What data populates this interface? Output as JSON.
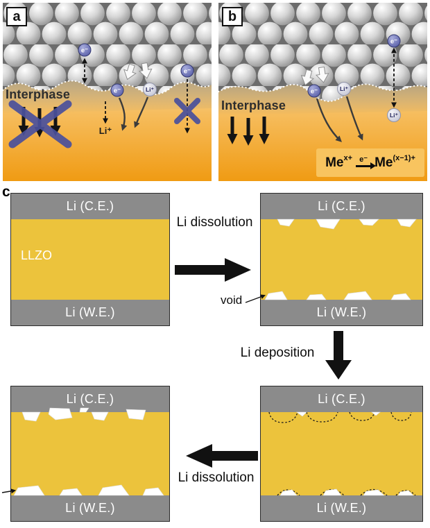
{
  "panel_a": {
    "label": "a",
    "interphase": "Interphase"
  },
  "panel_b": {
    "label": "b",
    "interphase": "Interphase",
    "formula": {
      "species1": "Me",
      "sup1": "x+",
      "electron": "e⁻",
      "species2": "Me",
      "sup2": "(x−1)+"
    }
  },
  "ions": {
    "electron": "e⁻",
    "lithium": "Li⁺"
  },
  "panel_c": {
    "label": "c",
    "counter_electrode": "Li (C.E.)",
    "working_electrode": "Li (W.E.)",
    "electrolyte": "LLZO",
    "step_dissolution_1": "Li dissolution",
    "step_deposition": "Li deposition",
    "step_dissolution_2": "Li dissolution",
    "void_label": "void"
  },
  "colors": {
    "electrode_gray": "#8b8b8b",
    "llzo_yellow": "#ecc33c",
    "electron_purple": "#4d53a0",
    "cross_indigo": "#4a509c",
    "orange_deep": "#f09b13",
    "arrow_black": "#111111"
  }
}
